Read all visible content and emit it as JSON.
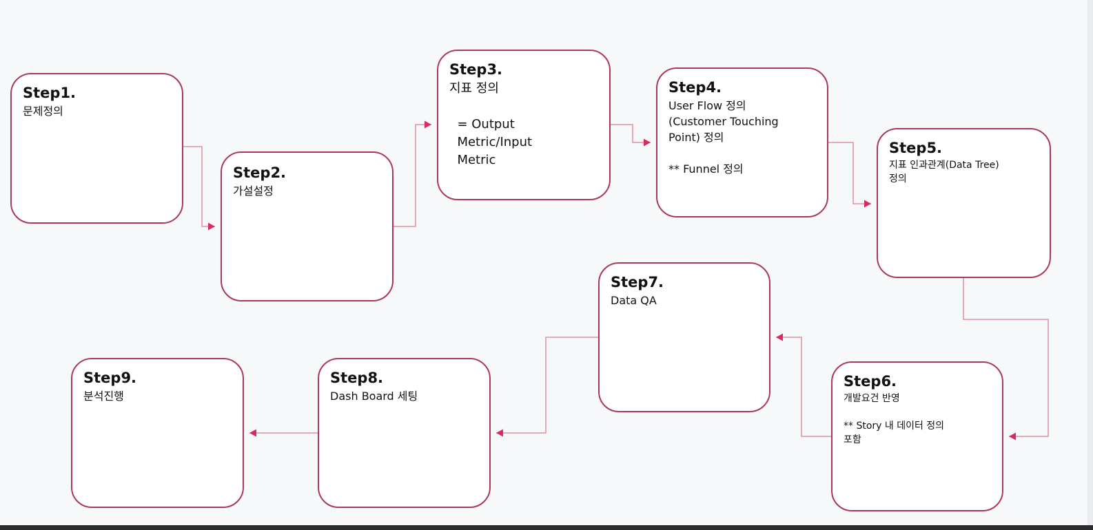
{
  "colors": {
    "background": "#f7f8fa",
    "box_border": "#a8385c",
    "connector": "#e0909f",
    "arrowhead": "#d62d5e",
    "text": "#111111"
  },
  "steps": [
    {
      "id": "step1",
      "title": "Step1.",
      "lines": [
        "문제정의"
      ]
    },
    {
      "id": "step2",
      "title": "Step2.",
      "lines": [
        "가설설정"
      ]
    },
    {
      "id": "step3",
      "title": "Step3.",
      "lines": [
        "지표 정의",
        "",
        "  = Output",
        "  Metric/Input",
        "  Metric"
      ]
    },
    {
      "id": "step4",
      "title": "Step4.",
      "lines": [
        "User Flow 정의",
        "(Customer Touching",
        "Point) 정의",
        "",
        "** Funnel 정의"
      ]
    },
    {
      "id": "step5",
      "title": "Step5.",
      "lines": [
        "지표 인과관계(Data Tree)",
        "정의"
      ]
    },
    {
      "id": "step6",
      "title": "Step6.",
      "lines": [
        "개발요건 반영",
        "",
        "** Story 내 데이터 정의",
        "포함"
      ]
    },
    {
      "id": "step7",
      "title": "Step7.",
      "lines": [
        "Data QA"
      ]
    },
    {
      "id": "step8",
      "title": "Step8.",
      "lines": [
        "Dash Board 세팅"
      ]
    },
    {
      "id": "step9",
      "title": "Step9.",
      "lines": [
        "분석진행"
      ]
    }
  ]
}
